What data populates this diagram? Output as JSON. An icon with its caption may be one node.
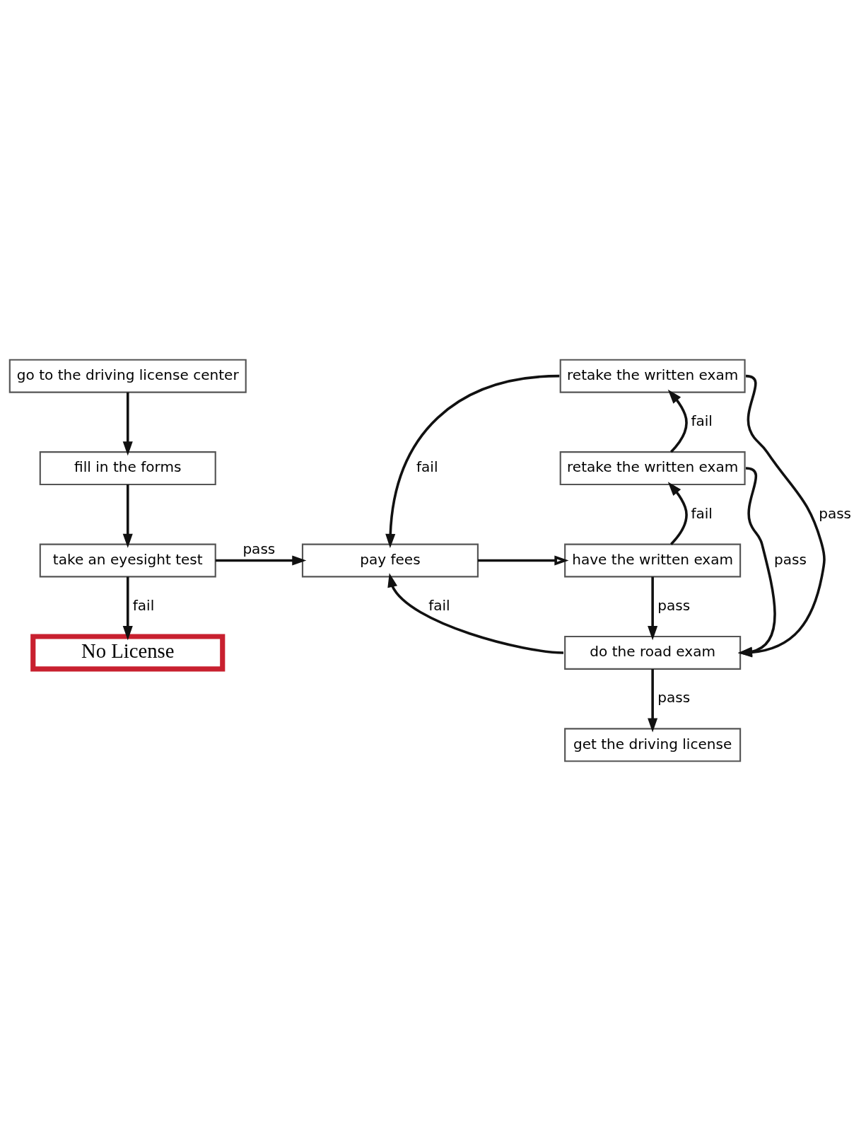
{
  "diagram": {
    "nodes": [
      {
        "text": [
          "go to the driving license center"
        ]
      },
      {
        "text": [
          "fill in the forms"
        ]
      },
      {
        "text": [
          "take an eyesight test"
        ]
      },
      {
        "text": [
          "No License"
        ]
      },
      {
        "text": [
          "pay fees"
        ]
      },
      {
        "text": [
          "retake the written exam"
        ]
      },
      {
        "text": [
          "retake the written exam"
        ]
      },
      {
        "text": [
          "have the written exam"
        ]
      },
      {
        "text": [
          "do the road exam"
        ]
      },
      {
        "text": [
          "get the driving license"
        ]
      }
    ],
    "edges": [
      {
        "from": 0,
        "to": 1,
        "arrow": "to"
      },
      {
        "from": 1,
        "to": 2,
        "arrow": "to"
      },
      {
        "from": 2,
        "to": 4,
        "arrow": "to",
        "label": "pass"
      },
      {
        "from": 2,
        "to": 3,
        "arrow": "to",
        "label": "fail"
      },
      {
        "from": 4,
        "to": 7,
        "arrow": "to"
      },
      {
        "from": 7,
        "to": 6,
        "arrow": "to",
        "label": "fail"
      },
      {
        "from": 6,
        "to": 5,
        "arrow": "to",
        "label": "fail"
      },
      {
        "from": 5,
        "to": 4,
        "arrow": "to",
        "label": "fail"
      },
      {
        "from": 5,
        "to": 8,
        "arrow": "to",
        "label": "pass"
      },
      {
        "from": 6,
        "to": 8,
        "arrow": "to",
        "label": "pass"
      },
      {
        "from": 7,
        "to": 8,
        "arrow": "to",
        "label": "pass"
      },
      {
        "from": 8,
        "to": 4,
        "arrow": "to",
        "label": "fail"
      },
      {
        "from": 8,
        "to": 9,
        "arrow": "to",
        "label": "pass"
      }
    ]
  }
}
